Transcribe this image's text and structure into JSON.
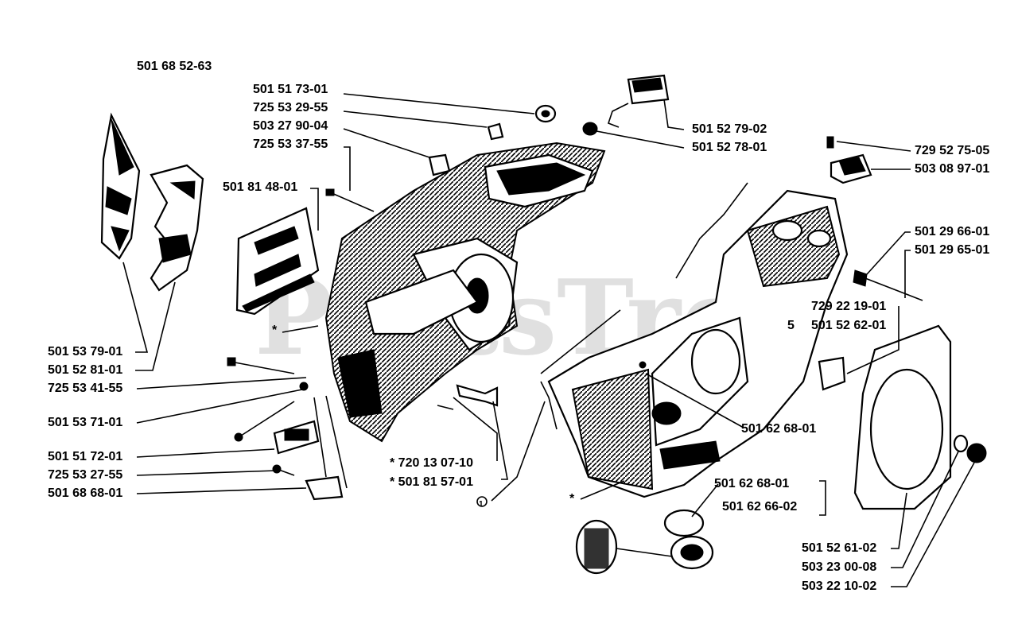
{
  "diagram": {
    "assembly_number": "501 68 52-63",
    "watermark": "PartsTree",
    "labels": {
      "l1": "501 51 73-01",
      "l2": "725 53 29-55",
      "l3": "503 27 90-04",
      "l4": "725 53 37-55",
      "l5": "501 81 48-01",
      "l6": "501 52 79-02",
      "l7": "501 52 78-01",
      "l8": "729 52 75-05",
      "l9": "503 08 97-01",
      "l10": "501 29 66-01",
      "l11": "501 29 65-01",
      "l12": "729 22 19-01",
      "l13": "501 52 62-01",
      "l14": "501 53 79-01",
      "l15": "501 52 81-01",
      "l16": "725 53 41-55",
      "l17": "501 53 71-01",
      "l18": "501 51 72-01",
      "l19": "725 53 27-55",
      "l20": "501 68 68-01",
      "l21": "* 720 13 07-10",
      "l22": "* 501 81 57-01",
      "l23": "501 62 68-01",
      "l24": "501 62 68-01",
      "l25": "501 62 66-02",
      "l26": "501 52 61-02",
      "l27": "503 23 00-08",
      "l28": "503 22 10-02"
    },
    "asterisk": "*",
    "circle_mark": "1",
    "stray_s": "5"
  }
}
